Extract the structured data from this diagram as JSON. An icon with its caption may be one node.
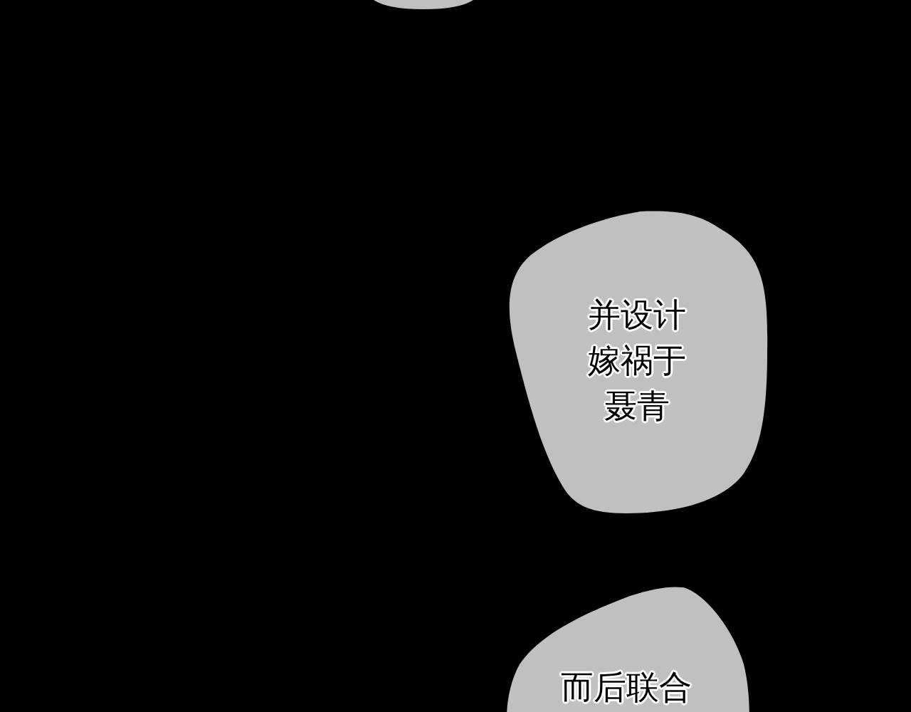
{
  "diagram": {
    "nodes": [
      {
        "text": [],
        "shape": "circle"
      },
      {
        "text": [
          "并设计嫁祸于聂青"
        ]
      },
      {
        "text": [
          "而后联合"
        ]
      }
    ]
  }
}
